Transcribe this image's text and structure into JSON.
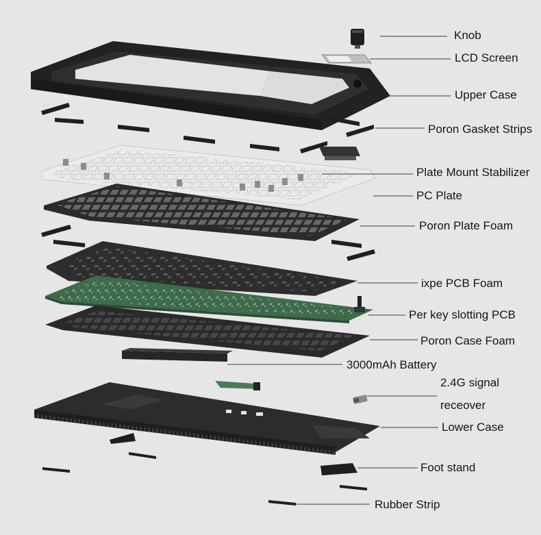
{
  "labels": {
    "knob": "Knob",
    "lcd_screen": "LCD Screen",
    "upper_case": "Upper Case",
    "poron_gasket_strips": "Poron Gasket Strips",
    "plate_mount_stabilizer": "Plate Mount Stabilizer",
    "pc_plate": "PC Plate",
    "poron_plate_foam": "Poron Plate Foam",
    "ixpe_pcb_foam": "ixpe PCB Foam",
    "per_key_slotting_pcb": "Per key slotting PCB",
    "poron_case_foam": "Poron Case Foam",
    "battery": "3000mAh Battery",
    "signal_receiver_line1": "2.4G signal",
    "signal_receiver_line2": "receover",
    "lower_case": "Lower Case",
    "foot_stand": "Foot stand",
    "rubber_strip": "Rubber Strip"
  },
  "colors": {
    "background": "#e6e6e6",
    "case_black": "#262626",
    "foam_black": "#2b2b2b",
    "pcb_green": "#3f6b4c",
    "pc_plate": "#e9eaea",
    "leader_line": "#3a3a3a"
  }
}
